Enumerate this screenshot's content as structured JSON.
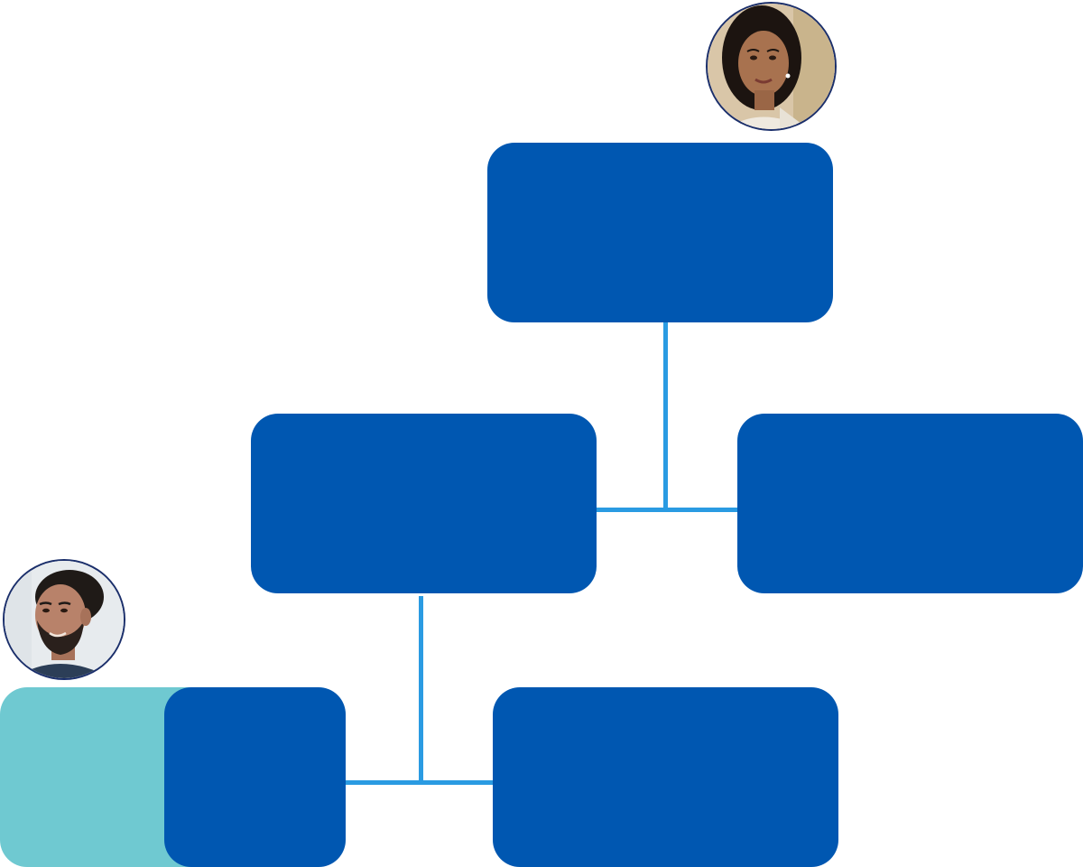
{
  "colors": {
    "node_primary": "#0057b1",
    "node_secondary": "#6fc9d1",
    "connector": "#2a9be2",
    "avatar_border": "#1b2f6b",
    "background": "#ffffff"
  },
  "diagram": {
    "type": "org-chart",
    "nodes": [
      {
        "id": "top",
        "label": "",
        "color": "#0057b1",
        "avatar": "woman-portrait"
      },
      {
        "id": "middle-left",
        "label": "",
        "color": "#0057b1"
      },
      {
        "id": "middle-right",
        "label": "",
        "color": "#0057b1"
      },
      {
        "id": "bottom-left",
        "label": "",
        "color": "#0057b1",
        "accent": "#6fc9d1",
        "avatar": "man-portrait"
      },
      {
        "id": "bottom-right",
        "label": "",
        "color": "#0057b1"
      }
    ],
    "edges": [
      {
        "from": "top",
        "to": "middle-left"
      },
      {
        "from": "top",
        "to": "middle-right"
      },
      {
        "from": "middle-left",
        "to": "bottom-left"
      },
      {
        "from": "middle-left",
        "to": "bottom-right"
      }
    ]
  },
  "icons": {
    "top_avatar": "woman-portrait-icon",
    "bottom_avatar": "man-portrait-icon"
  }
}
